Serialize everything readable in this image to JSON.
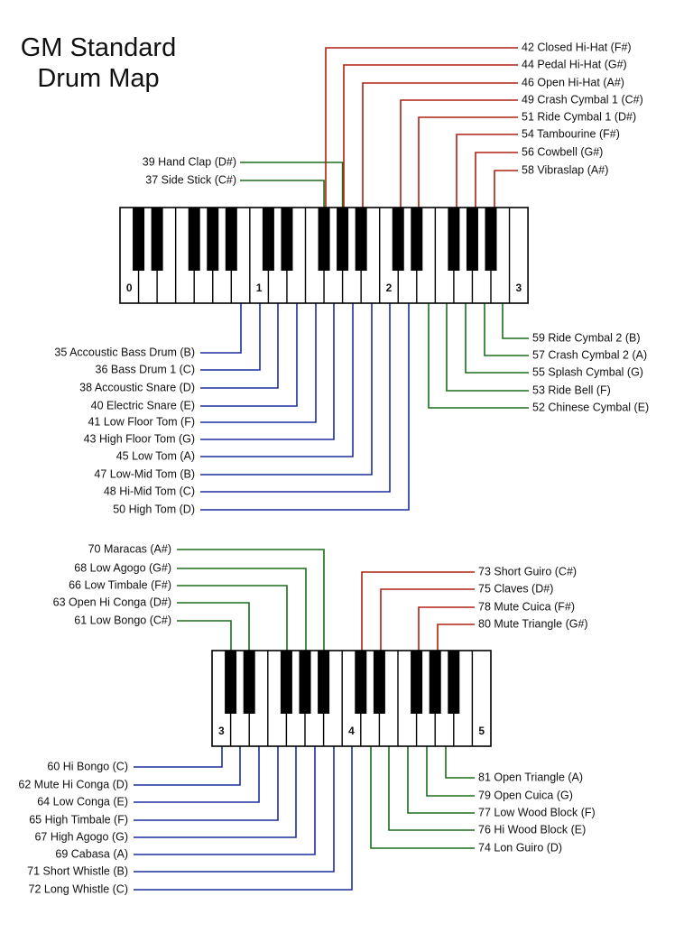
{
  "title": {
    "line1": "GM Standard",
    "line2": "Drum Map"
  },
  "colors": {
    "red": "#b02010",
    "green": "#1a6e1a",
    "blue": "#1a2d9e",
    "key_black": "#000000",
    "key_white": "#ffffff"
  },
  "keyboards": [
    {
      "octave_labels": [
        "0",
        "1",
        "2",
        "3"
      ],
      "top_left": [
        {
          "text": "39 Hand Clap (D#)"
        },
        {
          "text": "37 Side Stick (C#)"
        }
      ],
      "top_right": [
        {
          "text": "42 Closed Hi-Hat (F#)"
        },
        {
          "text": "44 Pedal Hi-Hat (G#)"
        },
        {
          "text": "46 Open Hi-Hat (A#)"
        },
        {
          "text": "49 Crash Cymbal 1 (C#)"
        },
        {
          "text": "51 Ride Cymbal 1 (D#)"
        },
        {
          "text": "54 Tambourine (F#)"
        },
        {
          "text": "56 Cowbell (G#)"
        },
        {
          "text": "58 Vibraslap (A#)"
        }
      ],
      "bottom_left": [
        {
          "text": "35 Accoustic Bass Drum (B)"
        },
        {
          "text": "36 Bass Drum 1 (C)"
        },
        {
          "text": "38 Accoustic Snare (D)"
        },
        {
          "text": "40 Electric Snare (E)"
        },
        {
          "text": "41 Low Floor Tom (F)"
        },
        {
          "text": "43 High Floor Tom (G)"
        },
        {
          "text": "45 Low Tom (A)"
        },
        {
          "text": "47 Low-Mid Tom (B)"
        },
        {
          "text": "48 Hi-Mid Tom (C)"
        },
        {
          "text": "50 High Tom (D)"
        }
      ],
      "bottom_right": [
        {
          "text": "59 Ride Cymbal 2 (B)"
        },
        {
          "text": "57 Crash Cymbal 2 (A)"
        },
        {
          "text": "55 Splash Cymbal (G)"
        },
        {
          "text": "53 Ride Bell (F)"
        },
        {
          "text": "52 Chinese Cymbal (E)"
        }
      ]
    },
    {
      "octave_labels": [
        "3",
        "4",
        "5"
      ],
      "top_left": [
        {
          "text": "70 Maracas (A#)"
        },
        {
          "text": "68 Low Agogo (G#)"
        },
        {
          "text": "66 Low Timbale (F#)"
        },
        {
          "text": "63 Open Hi Conga (D#)"
        },
        {
          "text": "61 Low Bongo (C#)"
        }
      ],
      "top_right": [
        {
          "text": "73 Short Guiro (C#)"
        },
        {
          "text": "75 Claves (D#)"
        },
        {
          "text": "78 Mute Cuica (F#)"
        },
        {
          "text": "80 Mute Triangle (G#)"
        }
      ],
      "bottom_left": [
        {
          "text": "60 Hi Bongo (C)"
        },
        {
          "text": "62 Mute Hi Conga (D)"
        },
        {
          "text": "64 Low Conga (E)"
        },
        {
          "text": "65 High Timbale (F)"
        },
        {
          "text": "67 High Agogo (G)"
        },
        {
          "text": "69 Cabasa (A)"
        },
        {
          "text": "71 Short Whistle (B)"
        },
        {
          "text": "72 Long Whistle (C)"
        }
      ],
      "bottom_right": [
        {
          "text": "81 Open Triangle (A)"
        },
        {
          "text": "79 Open Cuica (G)"
        },
        {
          "text": "77 Low Wood Block (F)"
        },
        {
          "text": "76 Hi Wood Block (E)"
        },
        {
          "text": "74 Lon Guiro (D)"
        }
      ]
    }
  ]
}
